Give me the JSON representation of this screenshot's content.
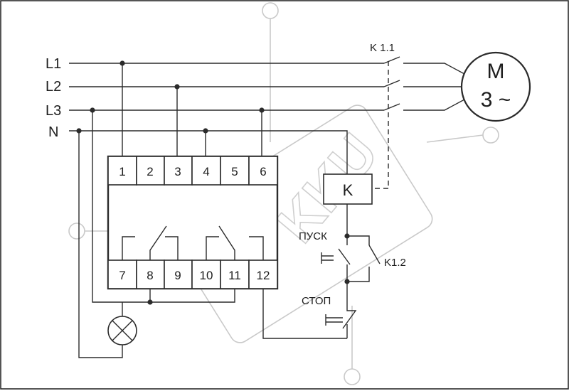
{
  "lines": [
    {
      "id": "L1",
      "label": "L1"
    },
    {
      "id": "L2",
      "label": "L2"
    },
    {
      "id": "L3",
      "label": "L3"
    },
    {
      "id": "N",
      "label": "N"
    }
  ],
  "relay": {
    "top_terminals": [
      "1",
      "2",
      "3",
      "4",
      "5",
      "6"
    ],
    "bottom_terminals": [
      "7",
      "8",
      "9",
      "10",
      "11",
      "12"
    ]
  },
  "motor": {
    "line1": "M",
    "line2": "3 ~"
  },
  "contactor": {
    "coil_label": "K",
    "main_contacts_label": "K 1.1",
    "aux_contact_label": "K1.2"
  },
  "buttons": {
    "start_label": "ПУСК",
    "stop_label": "СТОП"
  },
  "watermark": {
    "text": "KKU"
  },
  "colors": {
    "line": "#2b2b2b",
    "watermark": "#cfcfcf",
    "background": "#ffffff"
  }
}
